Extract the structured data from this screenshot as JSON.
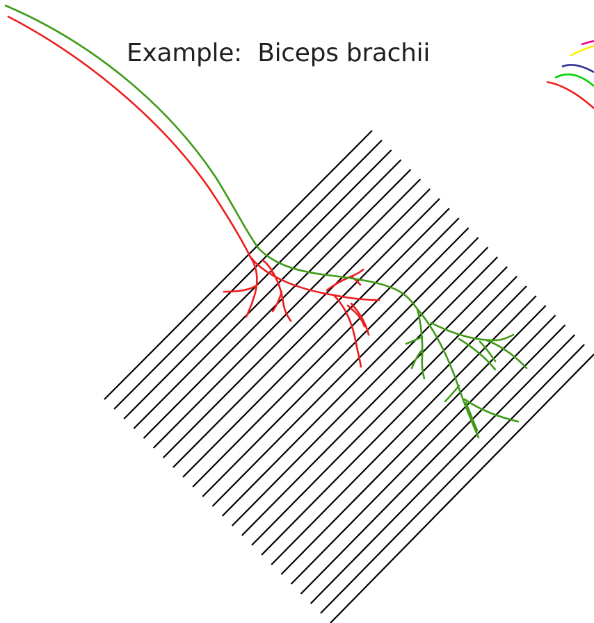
{
  "caption": "Example:  Biceps brachii",
  "colors": {
    "muscle_fibers": "#000000",
    "red_axon": "#ee1c1c",
    "green_axon": "#3f9a17",
    "legend_magenta": "#ec008c",
    "legend_yellow": "#fff200",
    "legend_blue": "#2e3192",
    "legend_green": "#00d300",
    "legend_red": "#ee1c1c"
  },
  "icons": [
    "muscle-fiber-bundle",
    "motor-axon-red",
    "motor-axon-green",
    "color-legend-arcs"
  ]
}
